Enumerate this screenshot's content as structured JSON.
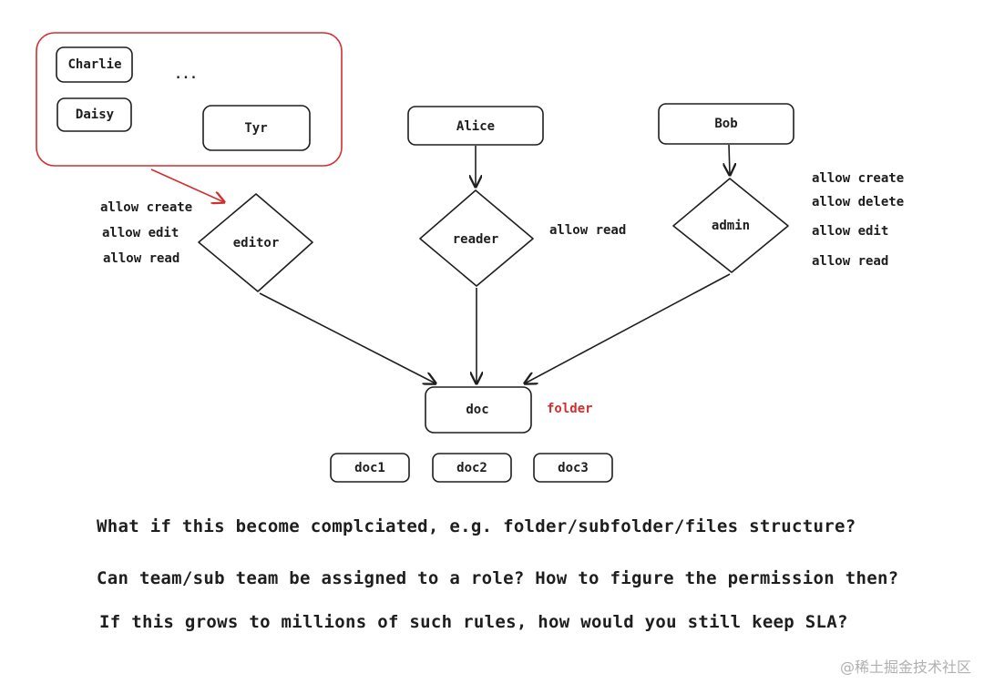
{
  "colors": {
    "ink": "#1e1e1e",
    "accent_red": "#d32f2f",
    "watermark": "#b0b0b0"
  },
  "group": {
    "members": [
      "Charlie",
      "Daisy",
      "Tyr"
    ],
    "ellipsis": "..."
  },
  "users": {
    "alice": "Alice",
    "bob": "Bob"
  },
  "roles": {
    "editor": "editor",
    "reader": "reader",
    "admin": "admin"
  },
  "permissions": {
    "editor": [
      "allow create",
      "allow edit",
      "allow read"
    ],
    "reader": [
      "allow read"
    ],
    "admin": [
      "allow create",
      "allow delete",
      "allow edit",
      "allow read"
    ]
  },
  "resource": {
    "name": "doc",
    "type_label": "folder",
    "children": [
      "doc1",
      "doc2",
      "doc3"
    ]
  },
  "questions": [
    "What if this become complciated, e.g. folder/subfolder/files structure?",
    "Can team/sub team be assigned to a role? How to figure the permission then?",
    "If this grows to millions of such rules, how would you still keep SLA?"
  ],
  "watermark": "@稀土掘金技术社区"
}
